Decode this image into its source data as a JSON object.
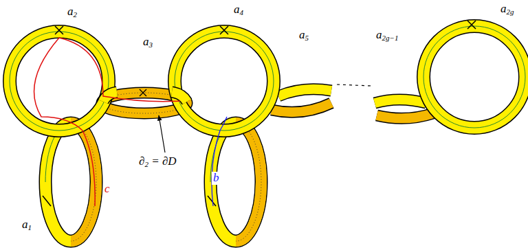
{
  "diagram": {
    "labels": [
      "a2",
      "a3",
      "a4",
      "a5",
      "a2g−1",
      "a2g",
      "a1",
      "c",
      "b",
      "∂2 = ∂D"
    ]
  }
}
